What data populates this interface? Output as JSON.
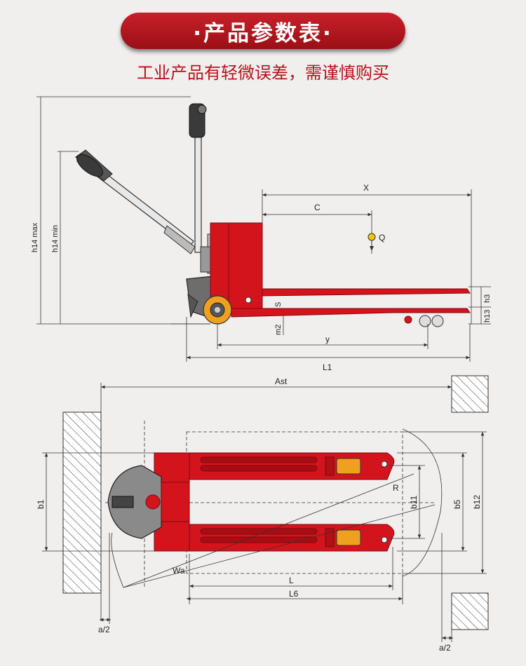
{
  "header": {
    "title": "·产品参数表·",
    "note": "工业产品有轻微误差，需谨慎购买"
  },
  "side_view": {
    "labels": {
      "h14max": "h14  max",
      "h14min": "h14  min",
      "X": "X",
      "C": "C",
      "Q": "Q",
      "h3": "h3",
      "h13": "h13",
      "S": "S",
      "m2": "m2",
      "y": "y",
      "L1": "L1"
    }
  },
  "top_view": {
    "labels": {
      "Ast": "Ast",
      "b1": "b1",
      "R": "R",
      "b11": "b11",
      "b5": "b5",
      "b12": "b12",
      "Wa": "Wa",
      "L": "L",
      "L6": "L6",
      "a2_left": "a/2",
      "a2_right": "a/2"
    }
  },
  "colors": {
    "truck_red": "#d4141c",
    "wheel_orange": "#f0a020",
    "load_center": "#f6c400",
    "banner_red": "#b5121b"
  }
}
